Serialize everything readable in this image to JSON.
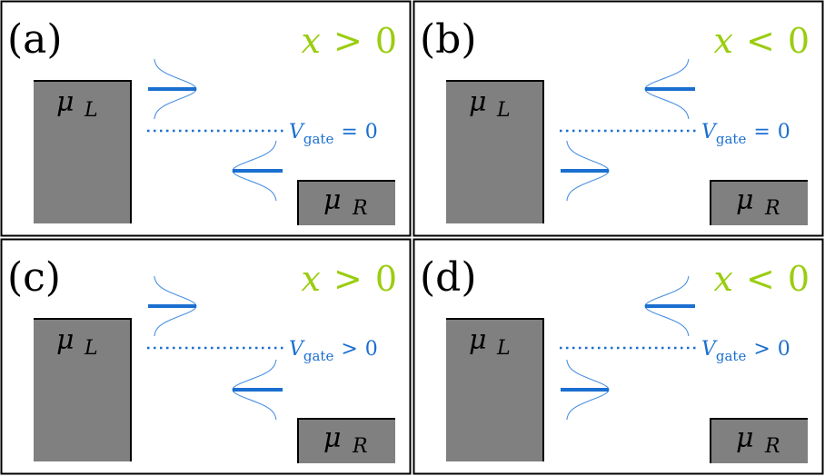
{
  "colors": {
    "condition": "#9acd0f",
    "gate": "#1a6fd0",
    "reservoir": "#808080",
    "border": "#000000"
  },
  "panels": [
    {
      "id": "a",
      "label": "(a)",
      "condition": {
        "variable": "x",
        "relation": ">",
        "value": "0"
      },
      "gate": {
        "symbol": "V",
        "subscript": "gate",
        "relation": "=",
        "value": "0"
      },
      "left_reservoir": {
        "symbol": "μ",
        "subscript": "L"
      },
      "right_reservoir": {
        "symbol": "μ",
        "subscript": "R"
      },
      "peaks": [
        {
          "side": "left",
          "opens": "right",
          "position": "above_gate"
        },
        {
          "side": "right",
          "opens": "left",
          "position": "below_gate"
        }
      ]
    },
    {
      "id": "b",
      "label": "(b)",
      "condition": {
        "variable": "x",
        "relation": "<",
        "value": "0"
      },
      "gate": {
        "symbol": "V",
        "subscript": "gate",
        "relation": "=",
        "value": "0"
      },
      "left_reservoir": {
        "symbol": "μ",
        "subscript": "L"
      },
      "right_reservoir": {
        "symbol": "μ",
        "subscript": "R"
      },
      "peaks": [
        {
          "side": "right",
          "opens": "left",
          "position": "above_gate"
        },
        {
          "side": "left",
          "opens": "right",
          "position": "below_gate"
        }
      ]
    },
    {
      "id": "c",
      "label": "(c)",
      "condition": {
        "variable": "x",
        "relation": ">",
        "value": "0"
      },
      "gate": {
        "symbol": "V",
        "subscript": "gate",
        "relation": ">",
        "value": "0"
      },
      "left_reservoir": {
        "symbol": "μ",
        "subscript": "L"
      },
      "right_reservoir": {
        "symbol": "μ",
        "subscript": "R"
      },
      "peaks": [
        {
          "side": "left",
          "opens": "right",
          "position": "above_gate"
        },
        {
          "side": "right",
          "opens": "left",
          "position": "below_gate"
        }
      ]
    },
    {
      "id": "d",
      "label": "(d)",
      "condition": {
        "variable": "x",
        "relation": "<",
        "value": "0"
      },
      "gate": {
        "symbol": "V",
        "subscript": "gate",
        "relation": ">",
        "value": "0"
      },
      "left_reservoir": {
        "symbol": "μ",
        "subscript": "L"
      },
      "right_reservoir": {
        "symbol": "μ",
        "subscript": "R"
      },
      "peaks": [
        {
          "side": "right",
          "opens": "left",
          "position": "above_gate"
        },
        {
          "side": "left",
          "opens": "right",
          "position": "below_gate"
        }
      ]
    }
  ]
}
